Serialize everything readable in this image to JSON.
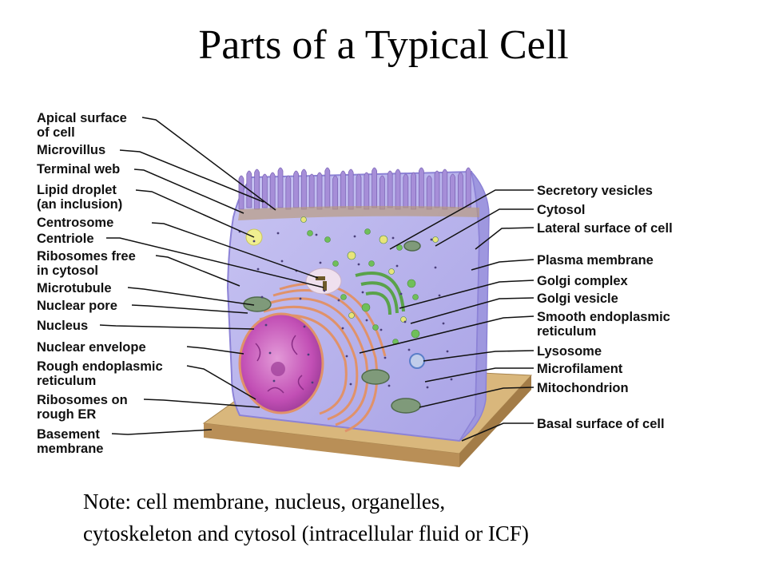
{
  "title": "Parts of a Typical Cell",
  "left_labels": [
    "Apical surface\nof cell",
    "Microvillus",
    "Terminal web",
    "Lipid droplet\n(an inclusion)",
    "Centrosome",
    "Centriole",
    "Ribosomes free\nin cytosol",
    "Microtubule",
    "Nuclear pore",
    "Nucleus",
    "Nuclear envelope",
    "Rough endoplasmic\nreticulum",
    "Ribosomes on\nrough ER",
    "Basement\nmembrane"
  ],
  "right_labels": [
    "Secretory vesicles",
    "Cytosol",
    "Lateral surface of cell",
    "Plasma membrane",
    "Golgi complex",
    "Golgi vesicle",
    "Smooth endoplasmic\nreticulum",
    "Lysosome",
    "Microfilament",
    "Mitochondrion",
    "Basal surface of cell"
  ],
  "note": {
    "line1": "Note: cell membrane, nucleus, organelles,",
    "line2": "cytoskeleton and cytosol (intracellular fluid or ICF)"
  },
  "colors": {
    "cytoplasm": "#b9b6ee",
    "membrane": "#8c82d6",
    "microvilli": "#a68ed8",
    "nucleus": "#c24fb5",
    "rer": "#e0926a",
    "golgi": "#5aa24a",
    "basement": "#c9a26a",
    "mitochondrion": "#7f9a7a"
  }
}
